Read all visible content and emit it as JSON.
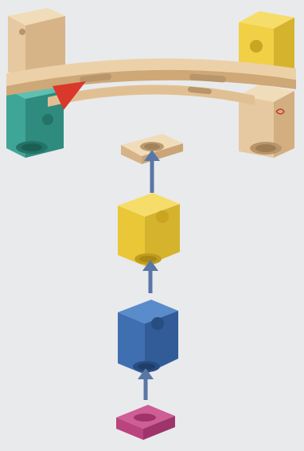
{
  "illustration": {
    "colors": {
      "background": "#e9eaec",
      "wood": "#e6c9a0",
      "wood_dark": "#c9a577",
      "teal": "#3fa597",
      "yellow": "#f1d046",
      "blue": "#3f6fb0",
      "magenta": "#b9447e",
      "arrow": "#5a76a6",
      "marker_red": "#d8392b"
    },
    "arrows": [
      {
        "name": "arrow-to-natural-cap",
        "direction": "up"
      },
      {
        "name": "arrow-to-yellow-cube",
        "direction": "up"
      },
      {
        "name": "arrow-to-blue-cube",
        "direction": "up"
      }
    ],
    "blocks": [
      {
        "name": "natural-cap",
        "color": "wood"
      },
      {
        "name": "yellow-cube",
        "color": "yellow"
      },
      {
        "name": "blue-cube",
        "color": "blue"
      },
      {
        "name": "magenta-base",
        "color": "magenta"
      }
    ]
  }
}
